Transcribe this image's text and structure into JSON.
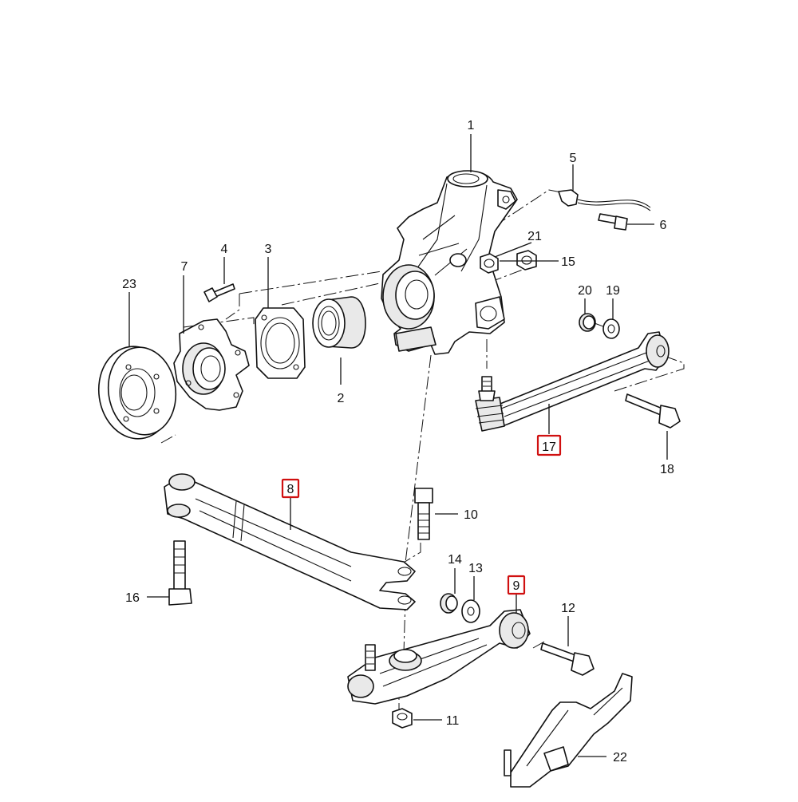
{
  "diagram": {
    "labels": {
      "p1": "1",
      "p2": "2",
      "p3": "3",
      "p4": "4",
      "p5": "5",
      "p6": "6",
      "p7": "7",
      "p8": "8",
      "p9": "9",
      "p10": "10",
      "p11": "11",
      "p12": "12",
      "p13": "13",
      "p14": "14",
      "p15": "15",
      "p16": "16",
      "p17": "17",
      "p18": "18",
      "p19": "19",
      "p20": "20",
      "p21": "21",
      "p22": "22",
      "p23": "23"
    },
    "highlighted": [
      "8",
      "9",
      "17"
    ],
    "highlight_color": "#d01010",
    "line_color": "#111111"
  }
}
